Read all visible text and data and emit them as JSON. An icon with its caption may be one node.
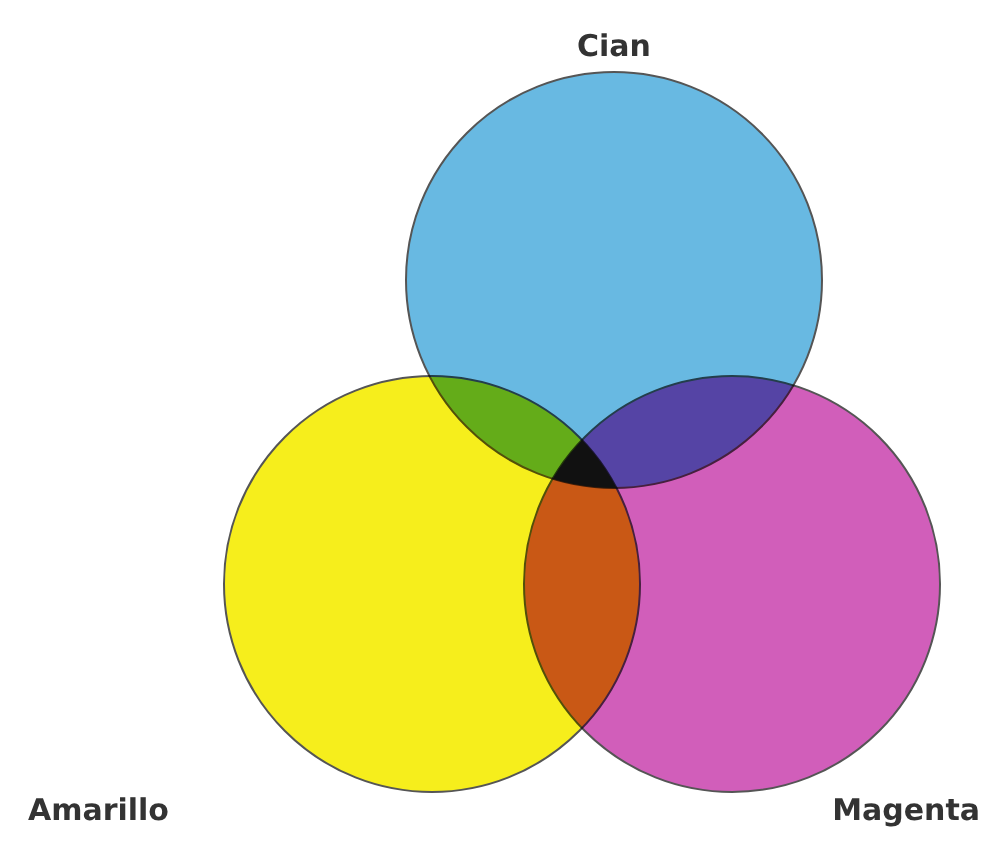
{
  "diagram": {
    "nodes": [
      {
        "text": [
          "Cian"
        ]
      },
      {
        "text": [
          "Amarillo"
        ]
      },
      {
        "text": [
          "Magenta"
        ]
      }
    ]
  }
}
